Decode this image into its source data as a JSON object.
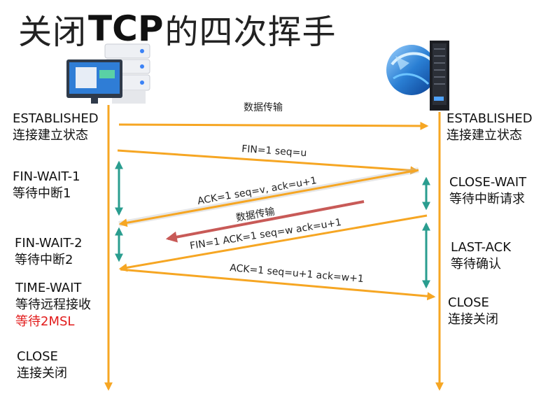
{
  "title": {
    "prefix": "关闭",
    "highlight": "TCP",
    "suffix": "的四次挥手"
  },
  "client_icon": "computer-with-servers-icon",
  "server_icon": "globe-server-icon",
  "colors": {
    "arrow": "#f6a623",
    "data_arrow": "#c85a57",
    "timer": "#2a9d8f",
    "highlight_text": "#e21b1b"
  },
  "client_states": [
    {
      "name": "ESTABLISHED",
      "desc": "连接建立状态"
    },
    {
      "name": "FIN-WAIT-1",
      "desc": "等待中断1"
    },
    {
      "name": "FIN-WAIT-2",
      "desc": "等待中断2"
    },
    {
      "name": "TIME-WAIT",
      "desc": "等待远程接收",
      "note": "等待2MSL"
    },
    {
      "name": "CLOSE",
      "desc": "连接关闭"
    }
  ],
  "server_states": [
    {
      "name": "ESTABLISHED",
      "desc": "连接建立状态"
    },
    {
      "name": "CLOSE-WAIT",
      "desc": "等待中断请求"
    },
    {
      "name": "LAST-ACK",
      "desc": "等待确认"
    },
    {
      "name": "CLOSE",
      "desc": "连接关闭"
    }
  ],
  "messages": {
    "data_transfer_1": "数据传输",
    "fin1": "FIN=1  seq=u",
    "ack1": "ACK=1  seq=v,  ack=u+1",
    "data_transfer_2": "数据传输",
    "fin2": "FIN=1 ACK=1  seq=w   ack=u+1",
    "ack2": "ACK=1   seq=u+1   ack=w+1"
  }
}
